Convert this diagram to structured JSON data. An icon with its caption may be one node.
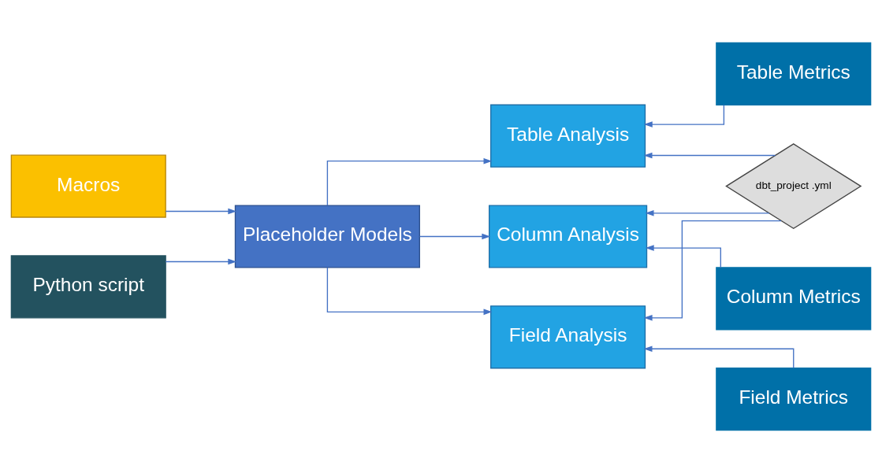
{
  "diagram": {
    "nodes": [
      {
        "text": [
          "Macros"
        ]
      },
      {
        "text": [
          "Python script"
        ]
      },
      {
        "text": [
          "Placeholder Models"
        ]
      },
      {
        "text": [
          "Table Analysis"
        ]
      },
      {
        "text": [
          "Column Analysis"
        ]
      },
      {
        "text": [
          "Field Analysis"
        ]
      },
      {
        "text": [
          "Table Metrics"
        ]
      },
      {
        "text": [
          "Column Metrics"
        ]
      },
      {
        "text": [
          "Field Metrics"
        ]
      },
      {
        "text": [
          "dbt_project .yml"
        ]
      }
    ],
    "edges": [
      {
        "from": 0,
        "to": 2,
        "arrow": "to"
      },
      {
        "from": 1,
        "to": 2,
        "arrow": "to"
      },
      {
        "from": 2,
        "to": 3,
        "arrow": "to"
      },
      {
        "from": 2,
        "to": 4,
        "arrow": "to"
      },
      {
        "from": 2,
        "to": 5,
        "arrow": "to"
      },
      {
        "from": 6,
        "to": 3,
        "arrow": "to"
      },
      {
        "from": 7,
        "to": 4,
        "arrow": "to"
      },
      {
        "from": 8,
        "to": 5,
        "arrow": "to"
      },
      {
        "from": 9,
        "to": 3,
        "arrow": "to"
      },
      {
        "from": 9,
        "to": 4,
        "arrow": "to"
      },
      {
        "from": 9,
        "to": 5,
        "arrow": "to"
      }
    ]
  }
}
